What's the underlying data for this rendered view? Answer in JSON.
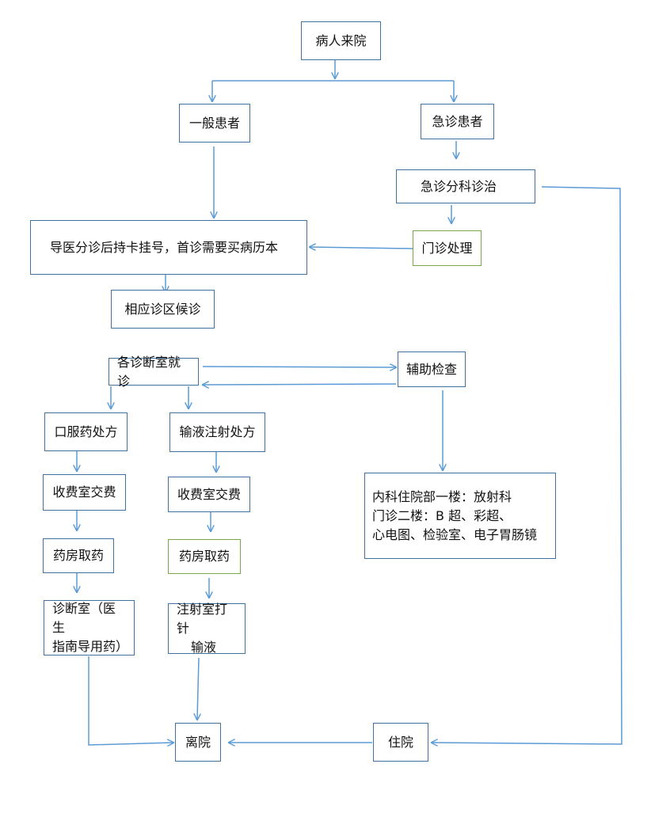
{
  "colors": {
    "border": "#41719c",
    "arrow": "#5b9bd5",
    "green_border": "#7aa64a"
  },
  "nodes": {
    "arrive": "病人来院",
    "general": "一般患者",
    "emergency": "急诊患者",
    "emergency_triage": "急诊分科诊治",
    "outpatient": "门诊处理",
    "registration": "导医分诊后持卡挂号，首诊需要买病历本",
    "waiting": "相应诊区候诊",
    "consult": "各诊断室就诊",
    "aux_exam": "辅助检查",
    "aux_detail": [
      "内科住院部一楼：放射科",
      "门诊二楼：B 超、彩超、",
      "心电图、检验室、电子胃肠镜"
    ],
    "oral_rx": "口服药处方",
    "infusion_rx": "输液注射处方",
    "pay_left": "收费室交费",
    "pay_right": "收费室交费",
    "pharmacy_left": "药房取药",
    "pharmacy_right": "药房取药",
    "clinic_guide": [
      "诊断室（医生",
      "指南导用药）"
    ],
    "injection": [
      "注射室打针",
      "输液"
    ],
    "leave": "离院",
    "hospitalize": "住院"
  }
}
